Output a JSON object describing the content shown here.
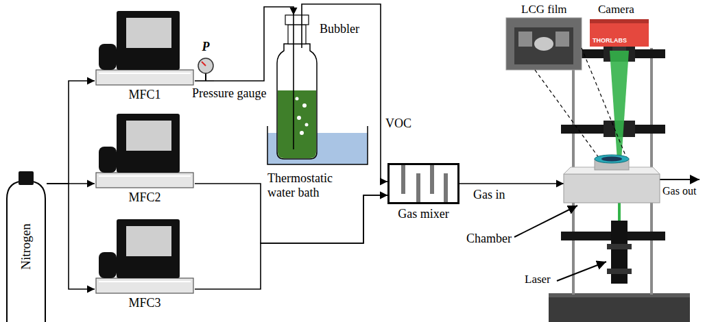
{
  "diagram": {
    "nodes": [
      {
        "text": [
          "Nitrogen"
        ]
      },
      {
        "text": [
          "MFC1"
        ]
      },
      {
        "text": [
          "MFC2"
        ]
      },
      {
        "text": [
          "MFC3"
        ]
      },
      {
        "text": [
          "P",
          "Pressure gauge"
        ]
      },
      {
        "text": [
          "Bubbler"
        ]
      },
      {
        "text": [
          "Thermostatic water bath"
        ]
      },
      {
        "text": [
          "Gas mixer"
        ]
      },
      {
        "text": [
          "Chamber"
        ]
      }
    ],
    "edges": [
      {
        "from": 0,
        "to": 1,
        "arrow": "to"
      },
      {
        "from": 0,
        "to": 2,
        "arrow": "to"
      },
      {
        "from": 0,
        "to": 3,
        "arrow": "to"
      },
      {
        "from": 1,
        "to": 4,
        "arrow": "none"
      },
      {
        "from": 4,
        "to": 5,
        "arrow": "to"
      },
      {
        "from": 5,
        "to": 7,
        "label": "VOC",
        "arrow": "to"
      },
      {
        "from": 2,
        "to": 7,
        "arrow": "to"
      },
      {
        "from": 3,
        "to": 7,
        "arrow": "to"
      },
      {
        "from": 7,
        "to": 8,
        "label": "Gas in",
        "arrow": "to"
      }
    ],
    "labels": [
      "LCG film",
      "Camera",
      "THORLABS",
      "Gas out",
      "Laser"
    ]
  }
}
